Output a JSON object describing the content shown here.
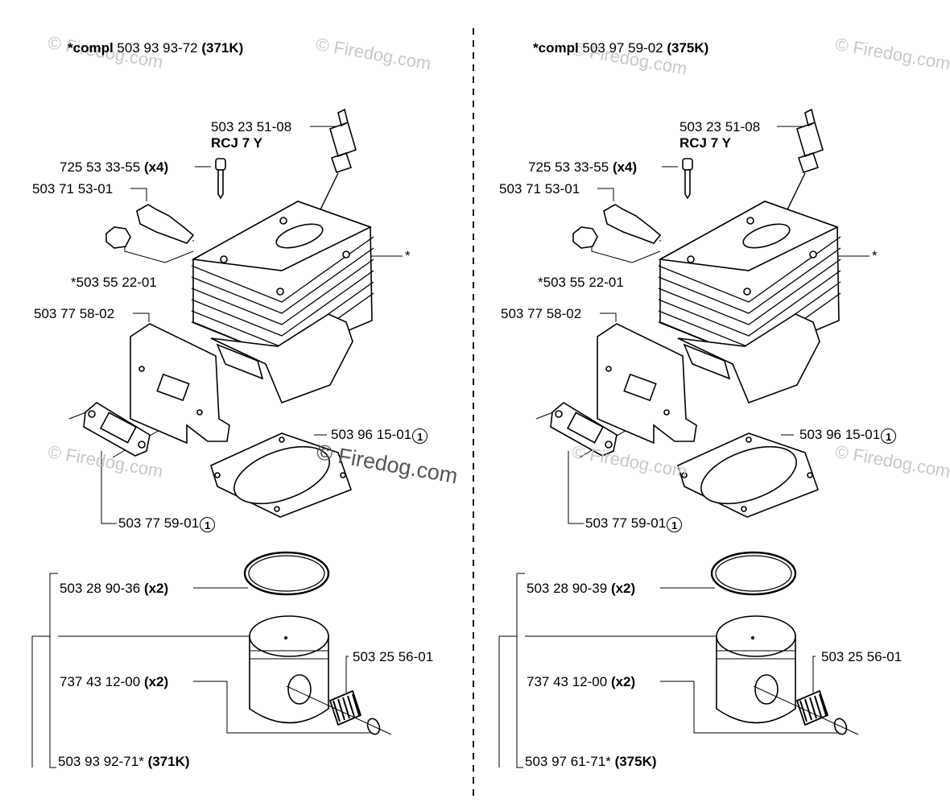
{
  "watermark": "© Firedog.com",
  "panels": [
    {
      "id": "371K",
      "title": {
        "prefix": "*compl",
        "number": "503 93 93-72",
        "model": "(371K)"
      },
      "spark_plug": {
        "number": "503 23 51-08",
        "type": "RCJ 7 Y"
      },
      "screw": {
        "number": "725 53 33-55",
        "qty": "(x4)"
      },
      "valve": "503 71 53-01",
      "plug_nut": "*503 55 22-01",
      "cylinder_marker": "*",
      "heat_shield": "503 77 58-02",
      "base_gasket": {
        "number": "503 96 15-01",
        "mark": "1"
      },
      "muffler_gasket": {
        "number": "503 77 59-01",
        "mark": "1"
      },
      "piston_ring": {
        "number": "503 28 90-36",
        "qty": "(x2)"
      },
      "circlip": {
        "number": "737 43 12-00",
        "qty": "(x2)"
      },
      "needle_bearing": "503 25 56-01",
      "piston_kit": {
        "number": "503 93 92-71*",
        "model": "(371K)"
      }
    },
    {
      "id": "375K",
      "title": {
        "prefix": "*compl",
        "number": "503 97 59-02",
        "model": "(375K)"
      },
      "spark_plug": {
        "number": "503 23 51-08",
        "type": "RCJ 7 Y"
      },
      "screw": {
        "number": "725 53 33-55",
        "qty": "(x4)"
      },
      "valve": "503 71 53-01",
      "plug_nut": "*503 55 22-01",
      "cylinder_marker": "*",
      "heat_shield": "503 77 58-02",
      "base_gasket": {
        "number": "503 96 15-01",
        "mark": "1"
      },
      "muffler_gasket": {
        "number": "503 77 59-01",
        "mark": "1"
      },
      "piston_ring": {
        "number": "503 28 90-39",
        "qty": "(x2)"
      },
      "circlip": {
        "number": "737 43 12-00",
        "qty": "(x2)"
      },
      "needle_bearing": "503 25 56-01",
      "piston_kit": {
        "number": "503 97 61-71*",
        "model": "(375K)"
      }
    }
  ]
}
